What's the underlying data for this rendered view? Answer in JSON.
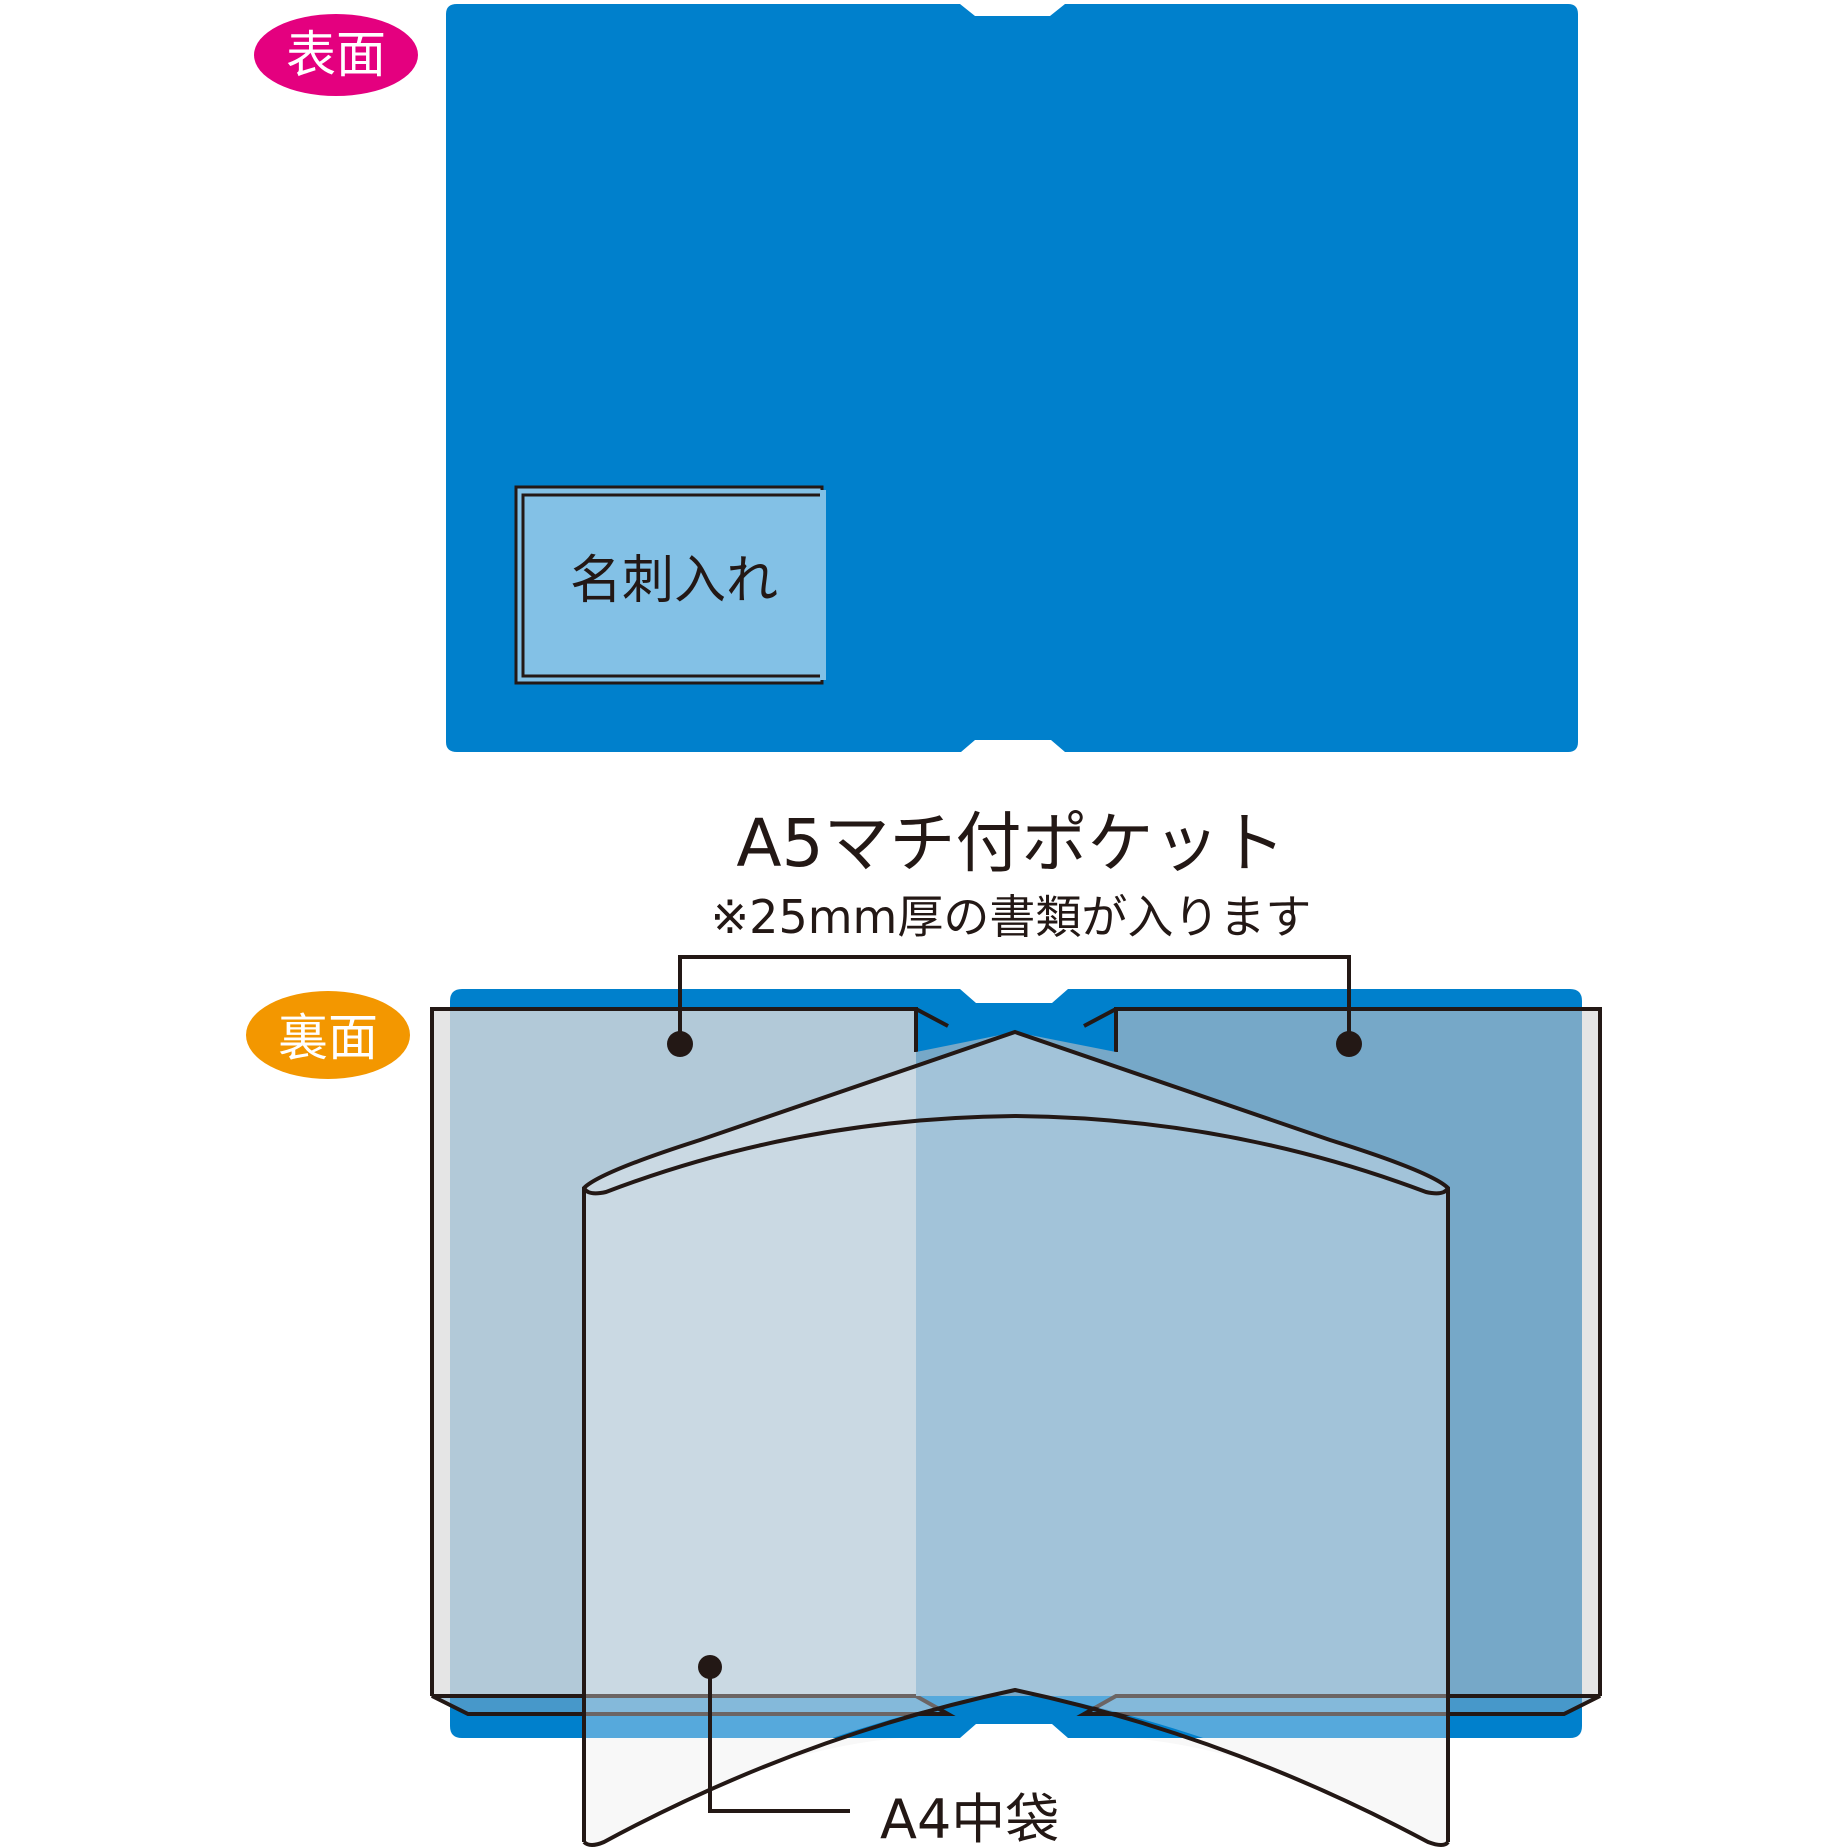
{
  "front": {
    "badge": {
      "label": "表面",
      "color": "#e4007f"
    },
    "cover_color": "#0080cc",
    "card_pocket": {
      "label": "名刺入れ",
      "fill": "#83c1e6"
    }
  },
  "back": {
    "badge": {
      "label": "裏面",
      "color": "#f39700"
    },
    "cover_color": "#0080cc",
    "pocket_light": "#b2c9d8",
    "pocket_dark": "#76a8c8",
    "edge_gray": "#e5e5e5",
    "callout_top": {
      "title": "A5マチ付ポケット",
      "note": "※25mm厚の書類が入ります"
    },
    "callout_bottom": {
      "title": "A4中袋"
    }
  },
  "colors": {
    "outline": "#231815",
    "background": "#ffffff"
  }
}
